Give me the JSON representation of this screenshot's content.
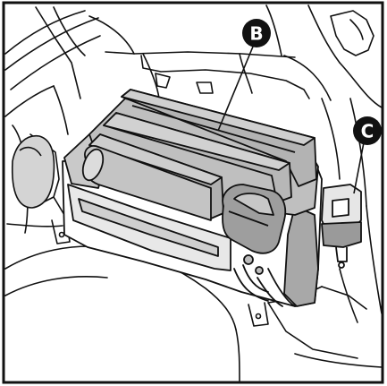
{
  "diagram": {
    "callouts": [
      {
        "id": "B",
        "letter": "B",
        "fill_color": "#111111",
        "text_color": "#ffffff"
      },
      {
        "id": "C",
        "letter": "C",
        "fill_color": "#111111",
        "text_color": "#ffffff"
      }
    ],
    "colors": {
      "line": "#111111",
      "component_fill": "#b9b9b9",
      "component_fill_light": "#cfcfcf",
      "component_fill_dark": "#9a9a9a",
      "background": "#ffffff"
    }
  }
}
